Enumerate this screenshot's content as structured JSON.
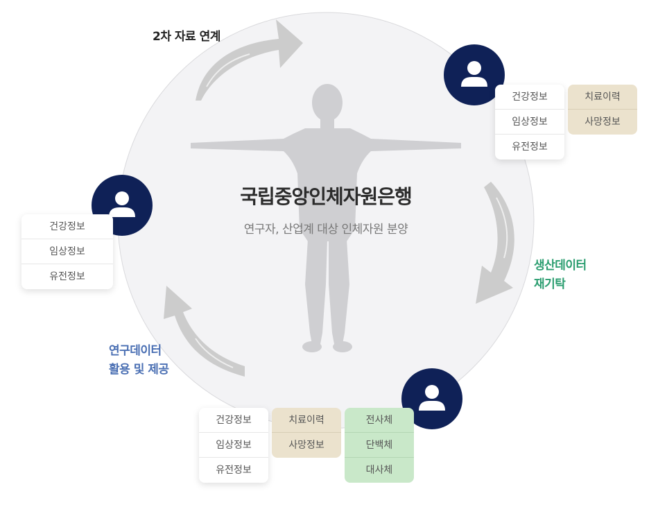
{
  "center": {
    "title": "국립중앙인체자원은행",
    "subtitle": "연구자, 산업계 대상 인체자원 분양"
  },
  "flows": {
    "top": "2차 자료 연계",
    "right_line1": "생산데이터",
    "right_line2": "재기탁",
    "left_line1": "연구데이터",
    "left_line2": "활용 및 제공"
  },
  "colors": {
    "avatar": "#0f2157",
    "right_flow_text": "#2a9d6f",
    "left_flow_text": "#4a6fb3",
    "tan_card": "#ebe2cd",
    "green_card": "#c9e8c9",
    "arrow": "#cccccc",
    "circle": "#f3f3f5"
  },
  "nodes": {
    "left": {
      "icon": "user-icon",
      "base": [
        "건강정보",
        "임상정보",
        "유전정보"
      ]
    },
    "top_right": {
      "icon": "user-icon",
      "base": [
        "건강정보",
        "임상정보",
        "유전정보"
      ],
      "treatment": [
        "치료이력",
        "사망정보"
      ]
    },
    "bottom": {
      "icon": "user-icon",
      "base": [
        "건강정보",
        "임상정보",
        "유전정보"
      ],
      "treatment": [
        "치료이력",
        "사망정보"
      ],
      "omics": [
        "전사체",
        "단백체",
        "대사체"
      ]
    }
  }
}
